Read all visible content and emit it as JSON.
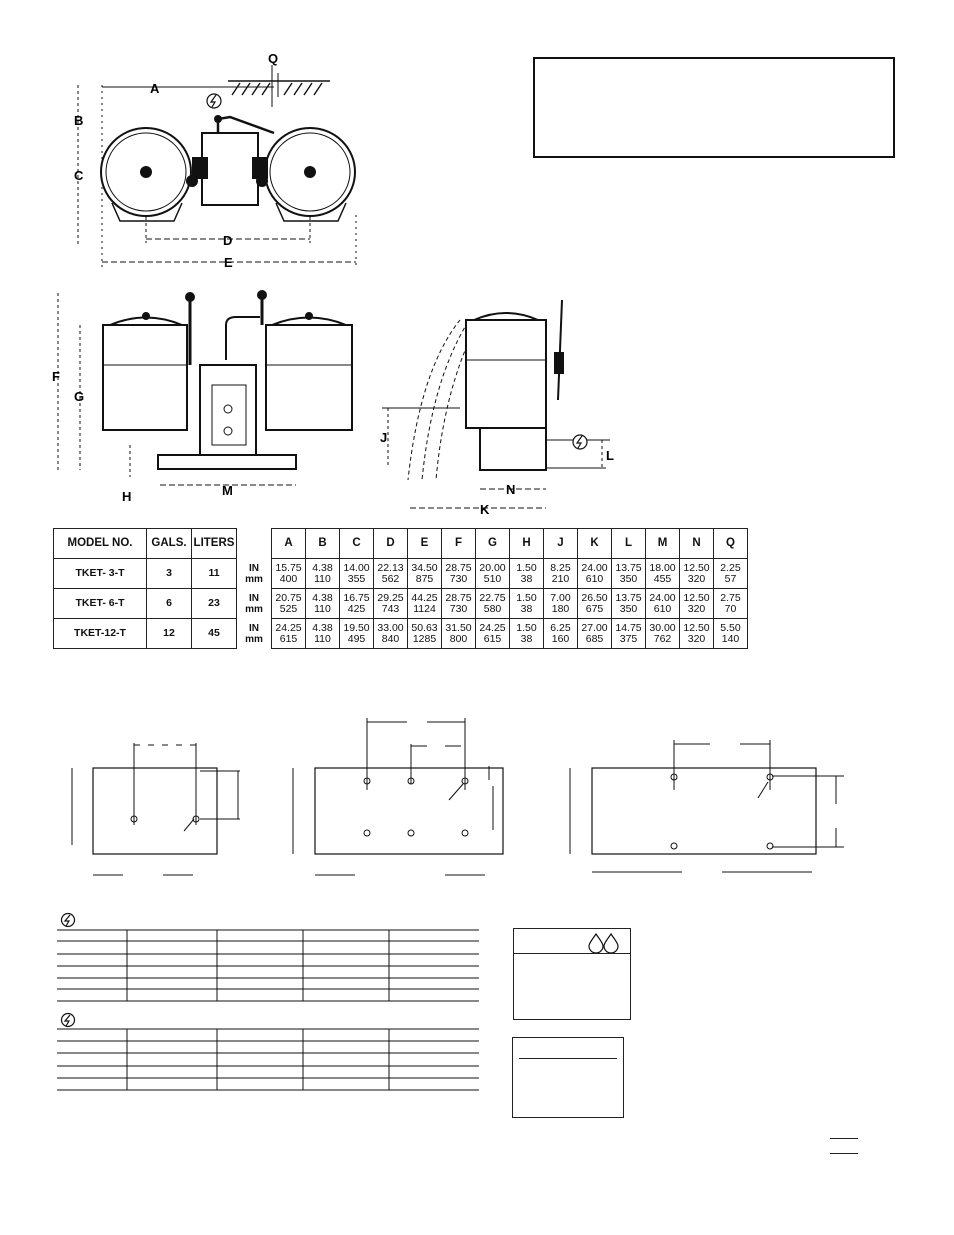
{
  "callouts": {
    "a": "A",
    "b": "B",
    "c": "C",
    "d": "D",
    "e": "E",
    "q": "Q",
    "f": "F",
    "g": "G",
    "h": "H",
    "m": "M",
    "j": "J",
    "k": "K",
    "l": "L",
    "n": "N"
  },
  "spec_table": {
    "headers": {
      "model": "MODEL NO.",
      "gals": "GALS.",
      "liters": "LITERS",
      "dims": [
        "A",
        "B",
        "C",
        "D",
        "E",
        "F",
        "G",
        "H",
        "J",
        "K",
        "L",
        "M",
        "N",
        "Q"
      ]
    },
    "unit_in": "IN",
    "unit_mm": "mm",
    "rows": [
      {
        "model": "TKET- 3-T",
        "gals": "3",
        "liters": "11",
        "in": [
          "15.75",
          "4.38",
          "14.00",
          "22.13",
          "34.50",
          "28.75",
          "20.00",
          "1.50",
          "8.25",
          "24.00",
          "13.75",
          "18.00",
          "12.50",
          "2.25"
        ],
        "mm": [
          "400",
          "110",
          "355",
          "562",
          "875",
          "730",
          "510",
          "38",
          "210",
          "610",
          "350",
          "455",
          "320",
          "57"
        ]
      },
      {
        "model": "TKET- 6-T",
        "gals": "6",
        "liters": "23",
        "in": [
          "20.75",
          "4.38",
          "16.75",
          "29.25",
          "44.25",
          "28.75",
          "22.75",
          "1.50",
          "7.00",
          "26.50",
          "13.75",
          "24.00",
          "12.50",
          "2.75"
        ],
        "mm": [
          "525",
          "110",
          "425",
          "743",
          "1124",
          "730",
          "580",
          "38",
          "180",
          "675",
          "350",
          "610",
          "320",
          "70"
        ]
      },
      {
        "model": "TKET-12-T",
        "gals": "12",
        "liters": "45",
        "in": [
          "24.25",
          "4.38",
          "19.50",
          "33.00",
          "50.63",
          "31.50",
          "24.25",
          "1.50",
          "6.25",
          "27.00",
          "14.75",
          "30.00",
          "12.50",
          "5.50"
        ],
        "mm": [
          "615",
          "110",
          "495",
          "840",
          "1285",
          "800",
          "615",
          "38",
          "160",
          "685",
          "375",
          "762",
          "320",
          "140"
        ]
      }
    ]
  },
  "icons": {
    "electrical": "lightning-circle-icon",
    "water": "water-drops-icon"
  }
}
